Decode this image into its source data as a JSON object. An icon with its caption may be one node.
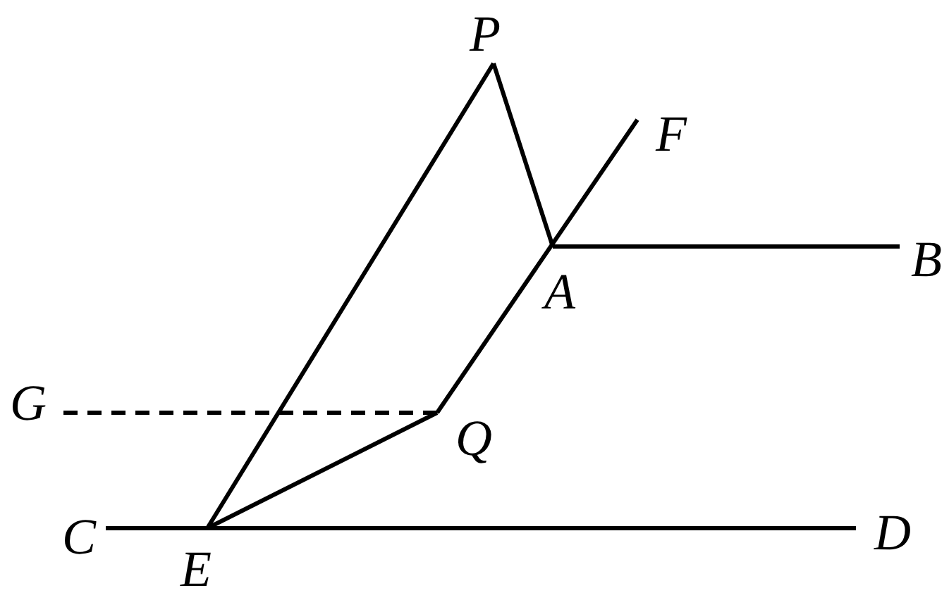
{
  "diagram": {
    "labels": [
      "P",
      "F",
      "B",
      "A",
      "G",
      "Q",
      "C",
      "E",
      "D"
    ]
  }
}
